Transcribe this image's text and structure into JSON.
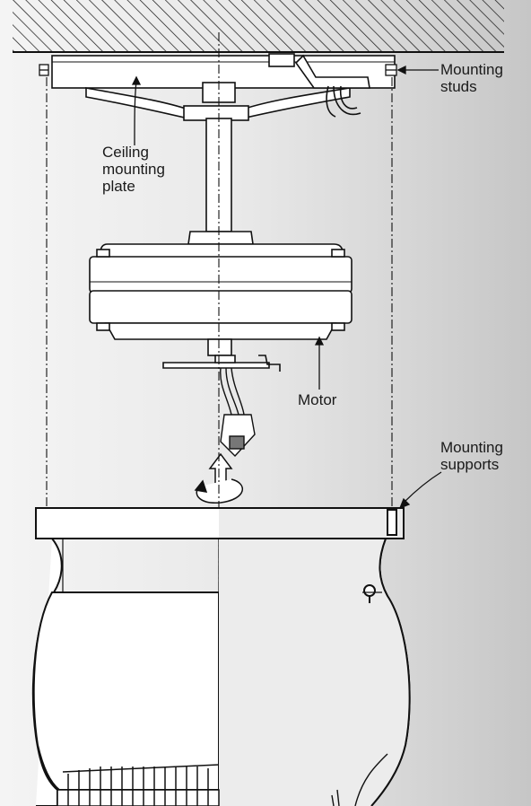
{
  "labels": {
    "mounting_studs": "Mounting\nstuds",
    "ceiling_mounting_plate": "Ceiling\nmounting\nplate",
    "motor": "Motor",
    "mounting_supports": "Mounting\nsupports"
  },
  "colors": {
    "line": "#111111",
    "part_fill": "#ffffff",
    "background_left": "#f4f4f4",
    "background_right": "#c6c6c6"
  }
}
